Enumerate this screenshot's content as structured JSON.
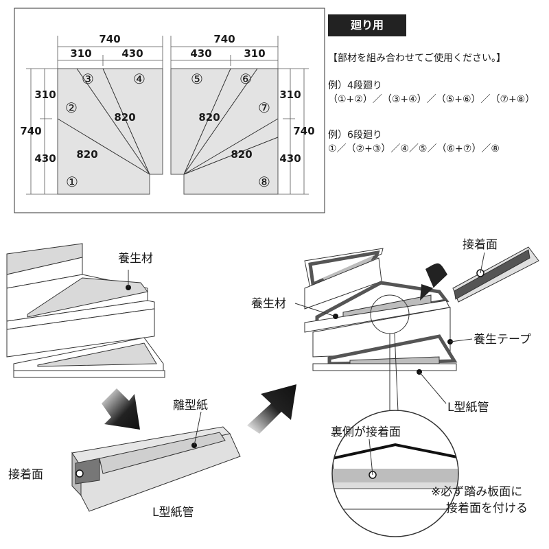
{
  "badge": "廻り用",
  "intro": "【部材を組み合わせてご使用ください。】",
  "example1": {
    "title": "例）4段廻り",
    "combo": "（①+②）／（③+④）／（⑤+⑥）／（⑦+⑧）"
  },
  "example2": {
    "title": "例）6段廻り",
    "combo": "①／（②+③）／④／⑤／（⑥+⑦）／⑧"
  },
  "dims": {
    "top_left_total": "740",
    "top_left_a": "310",
    "top_left_b": "430",
    "top_right_total": "740",
    "top_right_a": "430",
    "top_right_b": "310",
    "left_total": "740",
    "left_a": "310",
    "left_b": "430",
    "right_total": "740",
    "right_a": "310",
    "right_b": "430",
    "diag_left_upper": "820",
    "diag_left_lower": "820",
    "diag_right_upper": "820",
    "diag_right_lower": "820"
  },
  "pieces": [
    "①",
    "②",
    "③",
    "④",
    "⑤",
    "⑥",
    "⑦",
    "⑧"
  ],
  "labels": {
    "protector_left": "養生材",
    "release_paper": "離型紙",
    "adhesive_face_left": "接着面",
    "l_tube_left": "L型紙管",
    "adhesive_face_right": "接着面",
    "protector_right": "養生材",
    "curing_tape": "養生テープ",
    "l_tube_right": "L型紙管",
    "back_adhesive": "裏側が接着面",
    "note_line1": "※必ず踏み板面に",
    "note_line2": "接着面を付ける"
  }
}
